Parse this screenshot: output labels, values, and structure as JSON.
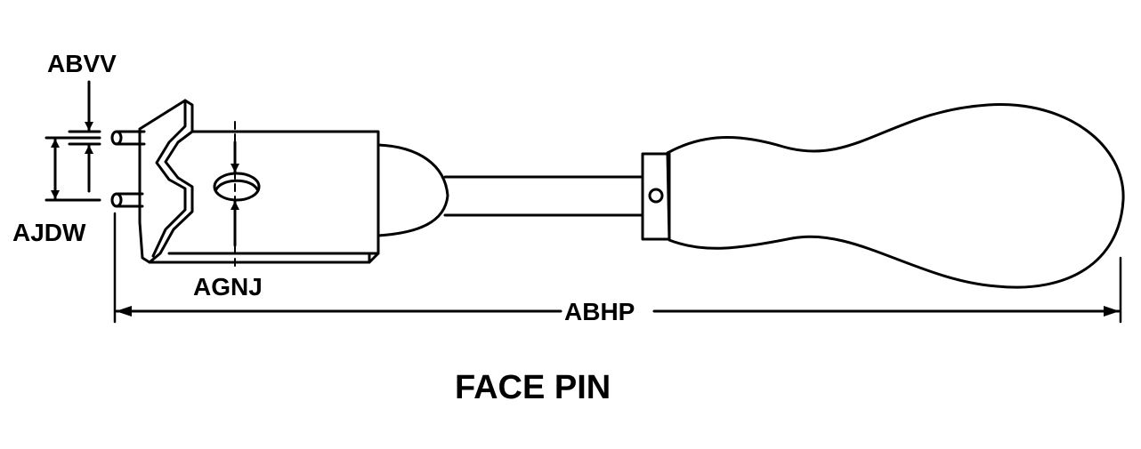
{
  "diagram": {
    "title": "FACE PIN",
    "labels": {
      "pin_thickness": "ABVV",
      "pin_spacing": "AJDW",
      "hole": "AGNJ",
      "overall_length": "ABHP"
    }
  }
}
